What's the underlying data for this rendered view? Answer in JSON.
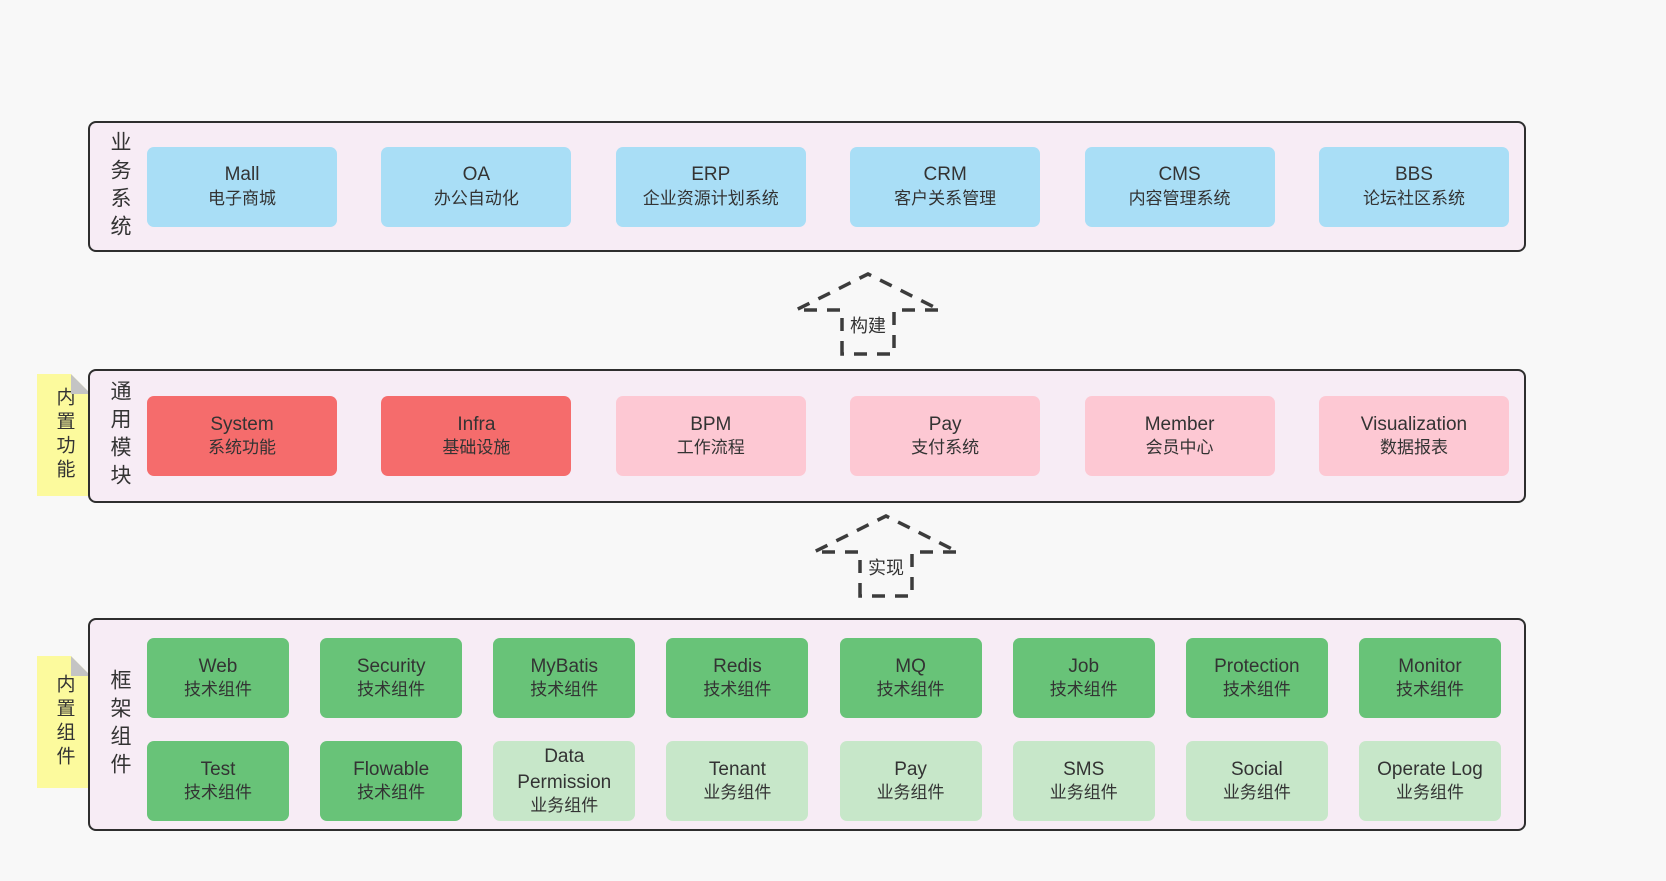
{
  "colors": {
    "page_bg": "#f8f8f8",
    "panel_bg": "#f7ecf5",
    "panel_border": "#2e2e2e",
    "blue": "#a9def6",
    "red": "#f56c6c",
    "pink": "#fdc8d3",
    "green_dark": "#68c378",
    "green_light": "#c7e7c9",
    "note_bg": "#fcfa9d",
    "note_fold": "#c4c4c4",
    "arrow": "#3c3c3c",
    "text": "#333333"
  },
  "sections": [
    {
      "label": "业务系统",
      "boxes": [
        {
          "name": "Mall",
          "desc": "电子商城"
        },
        {
          "name": "OA",
          "desc": "办公自动化"
        },
        {
          "name": "ERP",
          "desc": "企业资源计划系统"
        },
        {
          "name": "CRM",
          "desc": "客户关系管理"
        },
        {
          "name": "CMS",
          "desc": "内容管理系统"
        },
        {
          "name": "BBS",
          "desc": "论坛社区系统"
        }
      ]
    },
    {
      "label": "通用模块",
      "note": "内置功能",
      "boxes": [
        {
          "name": "System",
          "desc": "系统功能"
        },
        {
          "name": "Infra",
          "desc": "基础设施"
        },
        {
          "name": "BPM",
          "desc": "工作流程"
        },
        {
          "name": "Pay",
          "desc": "支付系统"
        },
        {
          "name": "Member",
          "desc": "会员中心"
        },
        {
          "name": "Visualization",
          "desc": "数据报表"
        }
      ]
    },
    {
      "label": "框架组件",
      "note": "内置组件",
      "rows": [
        [
          {
            "name": "Web",
            "desc": "技术组件"
          },
          {
            "name": "Security",
            "desc": "技术组件"
          },
          {
            "name": "MyBatis",
            "desc": "技术组件"
          },
          {
            "name": "Redis",
            "desc": "技术组件"
          },
          {
            "name": "MQ",
            "desc": "技术组件"
          },
          {
            "name": "Job",
            "desc": "技术组件"
          },
          {
            "name": "Protection",
            "desc": "技术组件"
          },
          {
            "name": "Monitor",
            "desc": "技术组件"
          }
        ],
        [
          {
            "name": "Test",
            "desc": "技术组件"
          },
          {
            "name": "Flowable",
            "desc": "技术组件"
          },
          {
            "name": "Data Permission",
            "desc": "业务组件"
          },
          {
            "name": "Tenant",
            "desc": "业务组件"
          },
          {
            "name": "Pay",
            "desc": "业务组件"
          },
          {
            "name": "SMS",
            "desc": "业务组件"
          },
          {
            "name": "Social",
            "desc": "业务组件"
          },
          {
            "name": "Operate Log",
            "desc": "业务组件"
          }
        ]
      ]
    }
  ],
  "arrows": [
    {
      "label": "构建"
    },
    {
      "label": "实现"
    }
  ]
}
